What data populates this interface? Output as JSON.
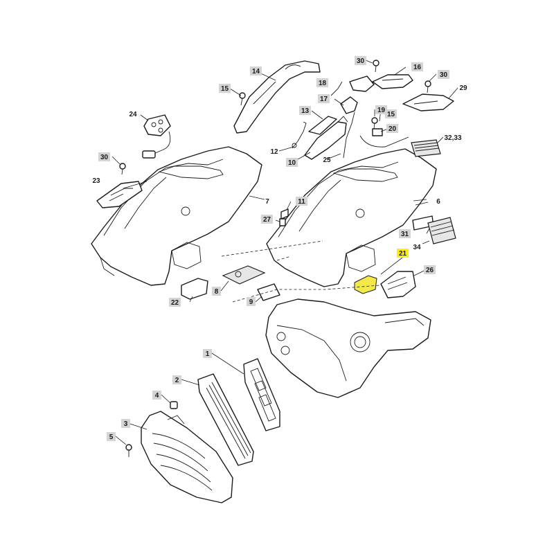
{
  "diagram": {
    "highlight_color": "#ffee00",
    "label_bg_color": "#d4d4d4",
    "labels": {
      "l1": "1",
      "l2": "2",
      "l3": "3",
      "l4": "4",
      "l5": "5",
      "l6": "6",
      "l7": "7",
      "l8": "8",
      "l9": "9",
      "l10": "10",
      "l11": "11",
      "l12": "12",
      "l13": "13",
      "l14": "14",
      "l15a": "15",
      "l15b": "15",
      "l16": "16",
      "l17": "17",
      "l18": "18",
      "l19": "19",
      "l20": "20",
      "l21": "21",
      "l22": "22",
      "l23": "23",
      "l24": "24",
      "l25": "25",
      "l26": "26",
      "l27": "27",
      "l29": "29",
      "l30a": "30",
      "l30b": "30",
      "l30c": "30",
      "l31": "31",
      "l3233": "32,33",
      "l34": "34"
    },
    "highlighted_part": "21"
  }
}
